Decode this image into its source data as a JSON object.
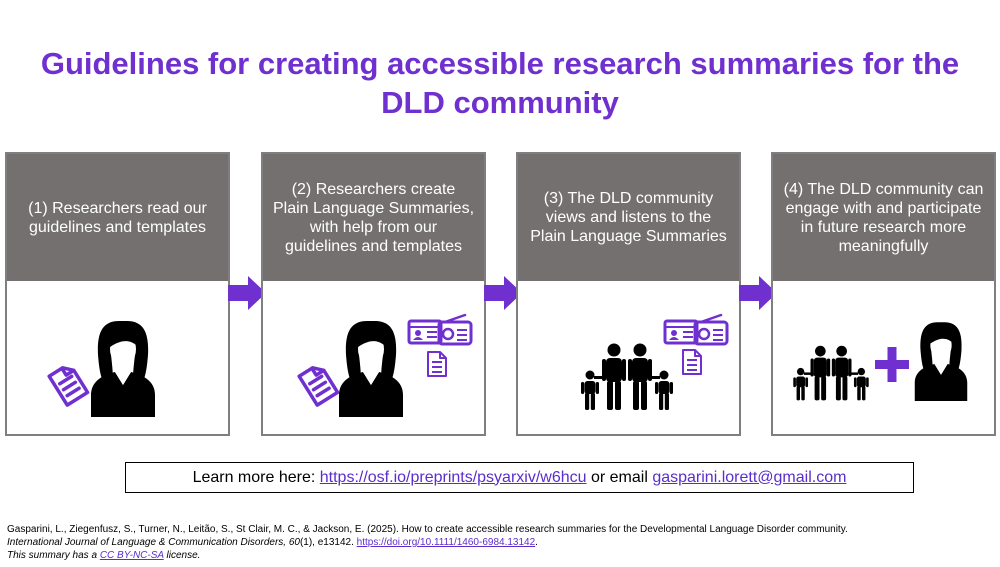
{
  "title": "Guidelines for creating accessible research summaries for the DLD community",
  "steps": [
    {
      "text": "(1) Researchers read our guidelines and templates",
      "icons": [
        "document-icon",
        "researcher-icon"
      ]
    },
    {
      "text": "(2) Researchers create Plain Language Summaries, with help from our guidelines and templates",
      "icons": [
        "document-icon",
        "researcher-icon",
        "video-card-icon",
        "radio-icon",
        "summary-document-icon"
      ]
    },
    {
      "text": "(3) The DLD community views and listens to the Plain Language Summaries",
      "icons": [
        "family-icon",
        "video-card-icon",
        "radio-icon",
        "summary-document-icon"
      ]
    },
    {
      "text": "(4) The DLD community can engage with and participate in future research more meaningfully",
      "icons": [
        "family-icon",
        "plus-icon",
        "researcher-icon"
      ]
    }
  ],
  "learn_more": {
    "prefix": "Learn more here: ",
    "link": "https://osf.io/preprints/psyarxiv/w6hcu",
    "middle": " or email ",
    "email": "gasparini.lorett@gmail.com"
  },
  "citation": {
    "line1": "Gasparini, L., Ziegenfusz, S., Turner, N., Leitão, S., St Clair, M. C., & Jackson, E. (2025). How to create accessible research summaries for the Developmental Language Disorder community.",
    "journal": "International Journal of Language & Communication Disorders, 60",
    "issue": "(1), e13142. ",
    "doi": "https://doi.org/10.1111/1460-6984.13142",
    "doi_end": ".",
    "license_prefix": "This summary has a ",
    "license": "CC BY-NC-SA",
    "license_suffix": " license."
  },
  "colors": {
    "accent": "#7030D0",
    "header_gray": "#757070",
    "icon_black": "#000000"
  }
}
